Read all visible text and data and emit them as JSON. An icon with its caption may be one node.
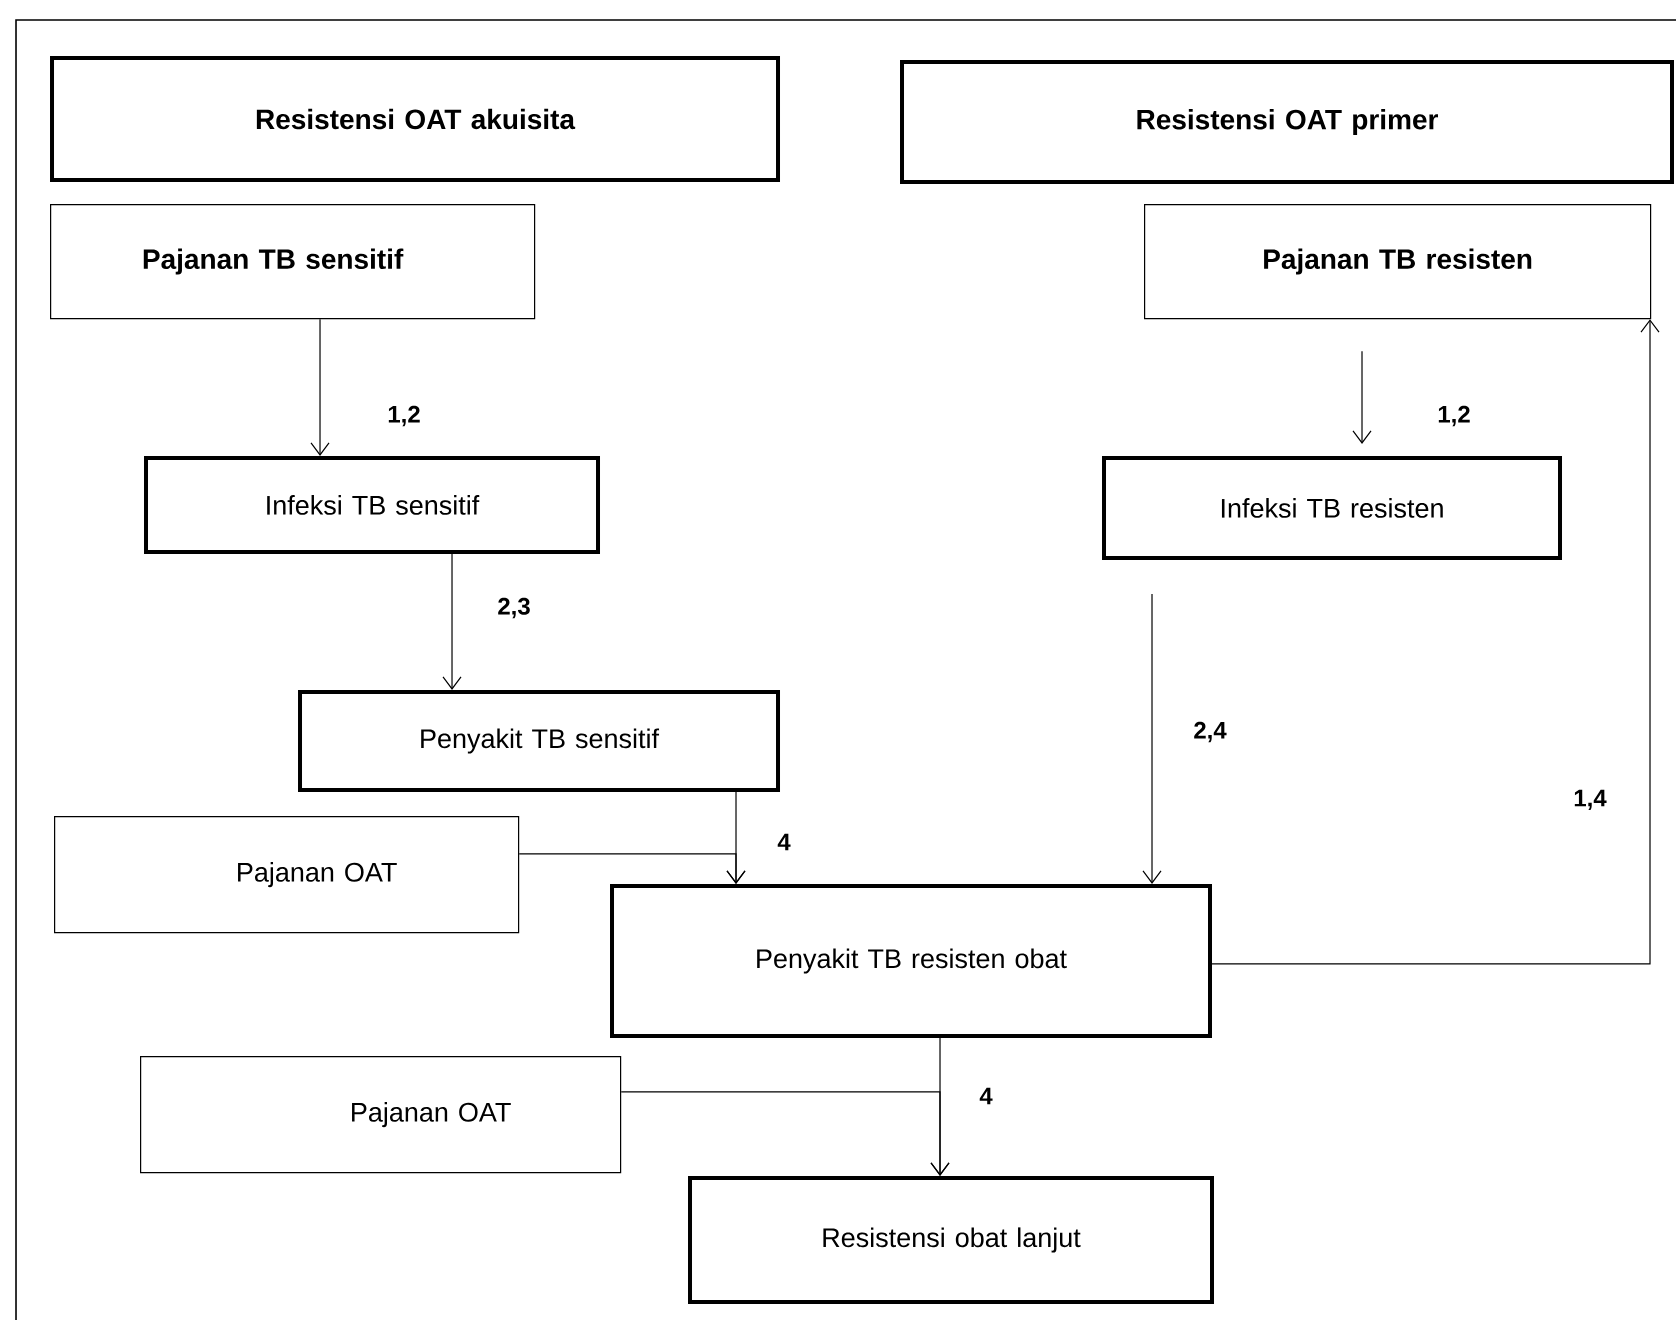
{
  "diagram": {
    "nodes": [
      {
        "text": [
          "Resistensi OAT akuisita"
        ]
      },
      {
        "text": [
          "Resistensi OAT primer"
        ]
      },
      {
        "text": [
          "Pajanan TB sensitif"
        ]
      },
      {
        "text": [
          "Pajanan TB resisten"
        ]
      },
      {
        "text": [
          "Infeksi TB sensitif"
        ]
      },
      {
        "text": [
          "Infeksi TB resisten"
        ]
      },
      {
        "text": [
          "Penyakit TB sensitif"
        ]
      },
      {
        "text": [
          "Pajanan OAT"
        ]
      },
      {
        "text": [
          "Penyakit TB resisten obat"
        ]
      },
      {
        "text": [
          "Pajanan OAT"
        ]
      },
      {
        "text": [
          "Resistensi obat lanjut"
        ]
      }
    ],
    "edges": [
      {
        "from": 2,
        "to": 4,
        "arrow": "to",
        "label": "1,2"
      },
      {
        "from": 3,
        "to": 5,
        "arrow": "to",
        "label": "1,2"
      },
      {
        "from": 4,
        "to": 6,
        "arrow": "to",
        "label": "2,3"
      },
      {
        "from": 6,
        "to": 8,
        "arrow": "to",
        "label": "4"
      },
      {
        "from": 7,
        "to": 8,
        "arrow": "to"
      },
      {
        "from": 5,
        "to": 8,
        "arrow": "to",
        "label": "2,4"
      },
      {
        "from": 8,
        "to": 3,
        "arrow": "to",
        "label": "1,4"
      },
      {
        "from": 8,
        "to": 10,
        "arrow": "to",
        "label": "4"
      },
      {
        "from": 9,
        "to": 10,
        "arrow": "to"
      }
    ]
  }
}
